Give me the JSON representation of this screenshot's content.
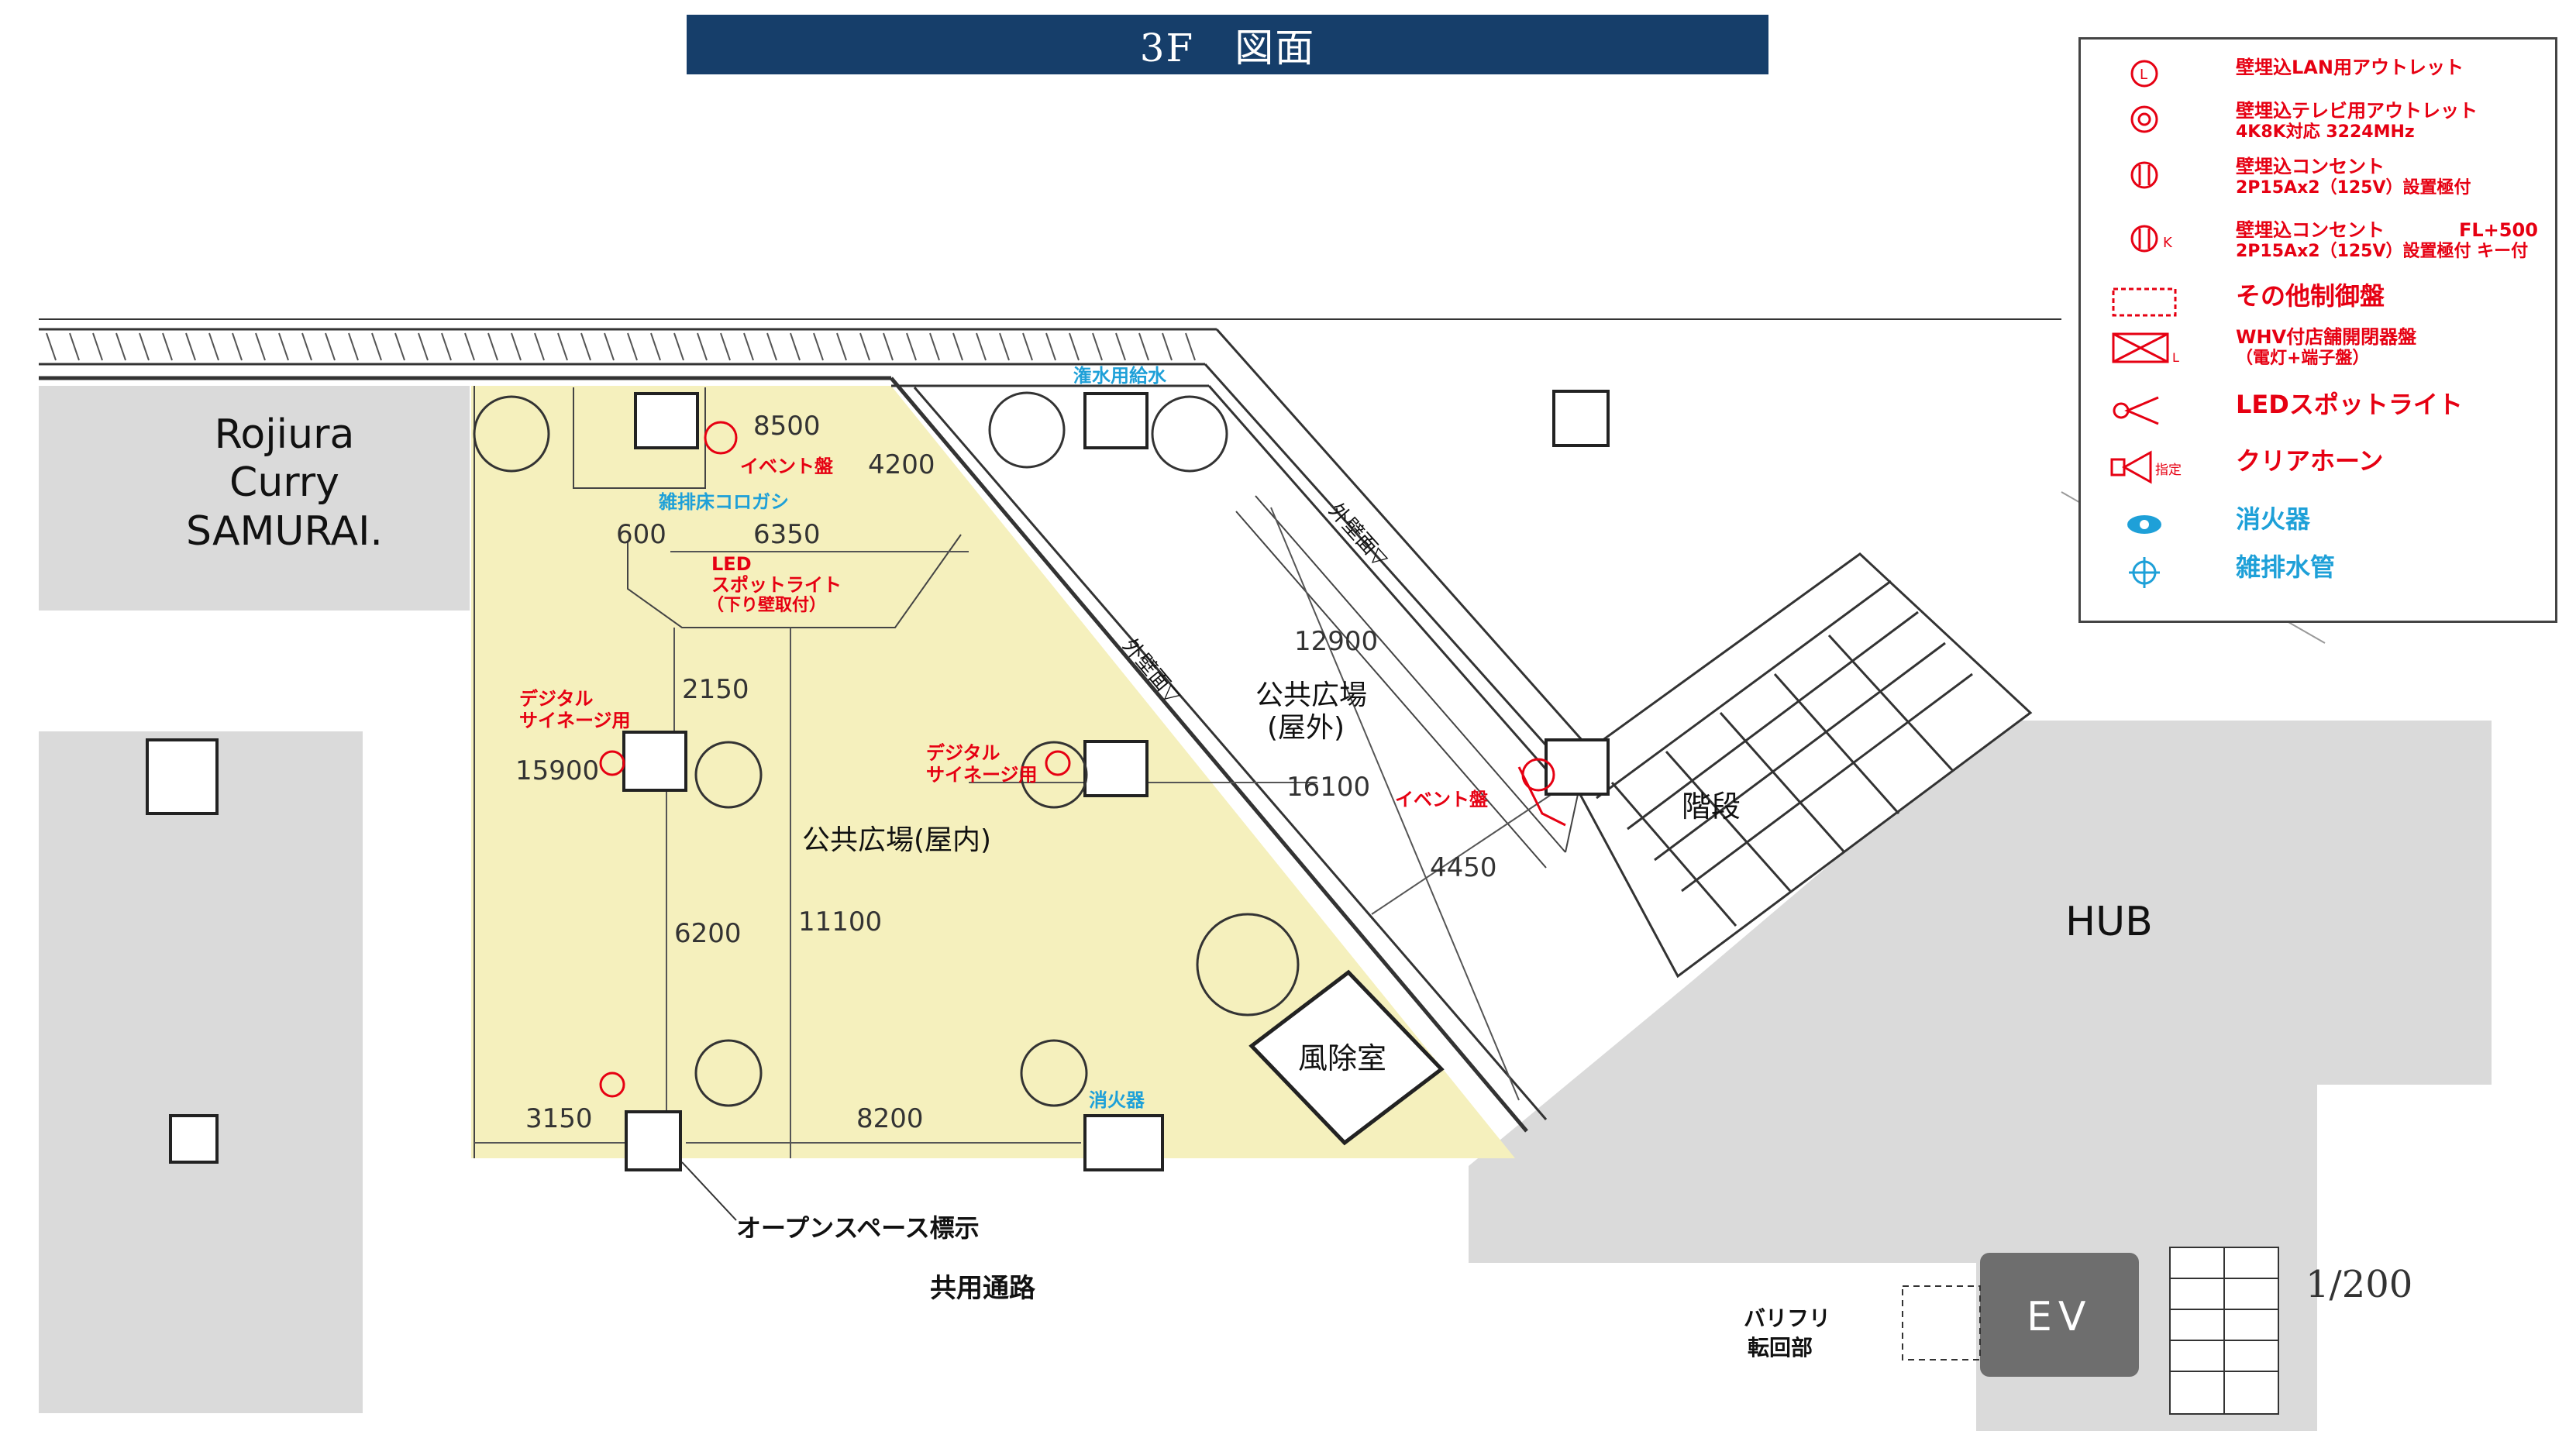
{
  "title": "3F　図面",
  "scale": "1/200",
  "rooms": {
    "neighbor_shop": [
      "Rojiura",
      "Curry",
      "SAMURAI."
    ],
    "hub": "HUB",
    "ev": "EV",
    "indoor_plaza": "公共広場(屋内)",
    "outdoor_plaza": "公共広場",
    "outdoor_plaza_sub": "(屋外)",
    "windbreak_room": "風除室",
    "stairs": "階段",
    "corridor": "共用通路",
    "open_space_sign": "オープンスペース標示",
    "barrier_free_1": "バリフリ",
    "barrier_free_2": "転回部",
    "outer_wall_1": "外壁面▽",
    "outer_wall_2": "外壁面▽"
  },
  "dimensions": {
    "d8500": "8500",
    "d4200": "4200",
    "d600": "600",
    "d6350": "6350",
    "d2150": "2150",
    "d15900": "15900",
    "d6200": "6200",
    "d11100": "11100",
    "d3150": "3150",
    "d8200": "8200",
    "d12900": "12900",
    "d16100": "16100",
    "d4450": "4450"
  },
  "annotations": {
    "event_panel_1": "イベント盤",
    "drain_floor": "雑排床コロガシ",
    "led_1": "LED",
    "led_2": "スポットライト",
    "led_3": "（下り壁取付）",
    "signage_left_1": "デジタル",
    "signage_left_2": "サイネージ用",
    "signage_right_1": "デジタル",
    "signage_right_2": "サイネージ用",
    "watering": "潅水用給水",
    "event_panel_2": "イベント盤",
    "extinguisher": "消火器"
  },
  "legend": [
    {
      "icon": "lan-outlet-icon",
      "line1": "壁埋込LAN用アウトレット",
      "line2": "",
      "color": "#e60012"
    },
    {
      "icon": "tv-outlet-icon",
      "line1": "壁埋込テレビ用アウトレット",
      "line2": "4K8K対応 3224MHz",
      "color": "#e60012"
    },
    {
      "icon": "outlet-icon",
      "line1": "壁埋込コンセント",
      "line2": "2P15Ax2（125V）設置極付",
      "color": "#e60012"
    },
    {
      "icon": "key-outlet-icon",
      "line1": "壁埋込コンセント　　　　FL+500",
      "line2": "2P15Ax2（125V）設置極付 キー付",
      "color": "#e60012"
    },
    {
      "icon": "control-panel-icon",
      "line1": "その他制御盤",
      "line2": "",
      "color": "#e60012"
    },
    {
      "icon": "whv-panel-icon",
      "line1": "WHV付店舗開閉器盤",
      "line2": "（電灯+端子盤）",
      "color": "#e60012"
    },
    {
      "icon": "led-spotlight-icon",
      "line1": "LEDスポットライト",
      "line2": "",
      "color": "#e60012"
    },
    {
      "icon": "clear-horn-icon",
      "line1": "クリアホーン",
      "line2": "",
      "color": "#e60012"
    },
    {
      "icon": "fire-extinguisher-icon",
      "line1": "消火器",
      "line2": "",
      "color": "#1ea0d8"
    },
    {
      "icon": "drain-pipe-icon",
      "line1": "雑排水管",
      "line2": "",
      "color": "#1ea0d8"
    }
  ],
  "legend_marks": {
    "lan": "L",
    "key": "K",
    "whv": "L",
    "horn": "指定"
  },
  "colors": {
    "title_bar": "#163e6a",
    "indoor_fill": "#f5f0bd",
    "gray_area": "#dadada",
    "red": "#e60012",
    "blue": "#1ea0d8"
  }
}
